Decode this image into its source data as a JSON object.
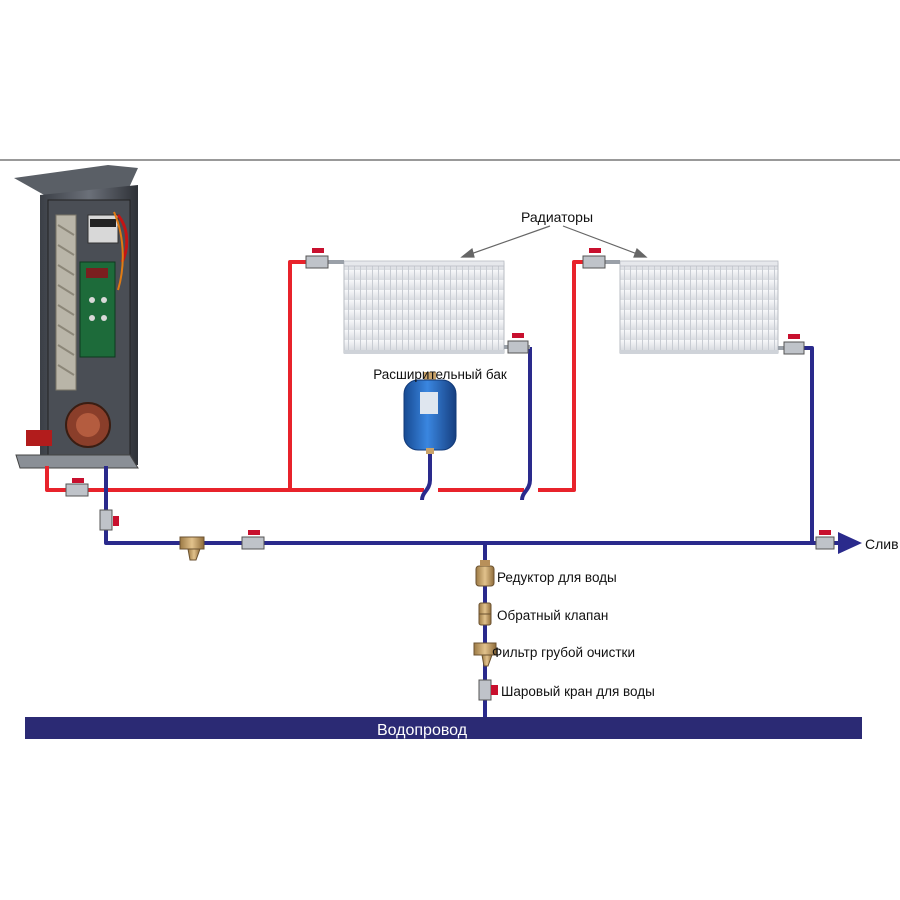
{
  "labels": {
    "radiators": "Радиаторы",
    "expansion_tank": "Расширительный бак",
    "drain": "Слив",
    "water_reducer": "Редуктор для воды",
    "check_valve": "Обратный клапан",
    "coarse_filter": "Фильтр грубой очистки",
    "ball_valve": "Шаровый кран для воды",
    "water_main": "Водопровод"
  },
  "colors": {
    "supply_pipe": "#e8232b",
    "return_pipe": "#2a2a8c",
    "water_main_bar": "#2b2a74",
    "radiator": "#eef0f3",
    "tank": "#1f5fb8",
    "valve_handle": "#c8102e",
    "brass": "#c9a36a"
  }
}
